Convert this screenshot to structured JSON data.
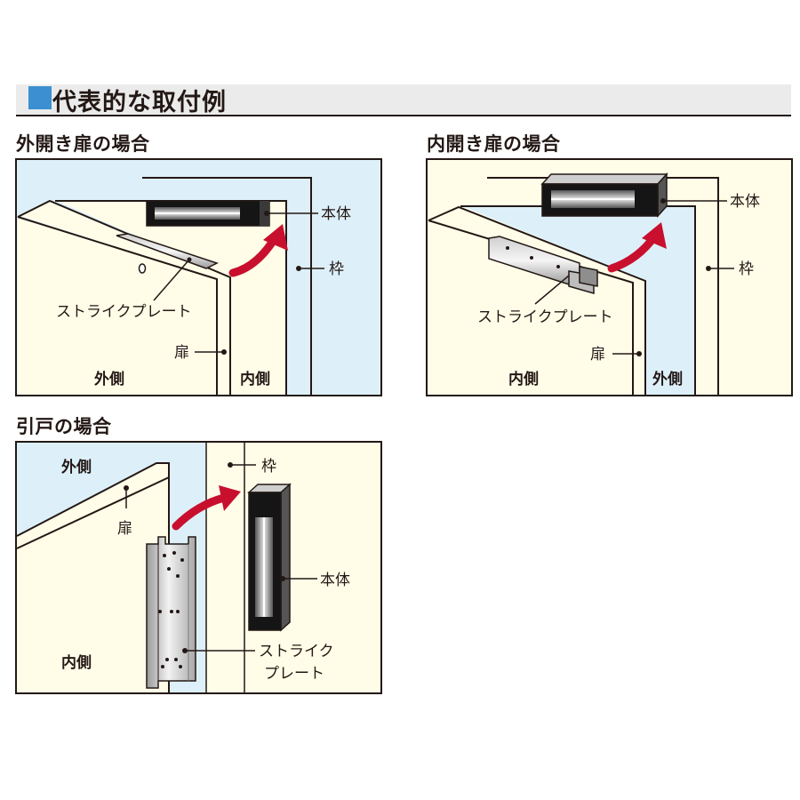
{
  "header": {
    "title": "代表的な取付例"
  },
  "sections": {
    "outward": {
      "title": "外開き扉の場合",
      "labels": {
        "body": "本体",
        "frame": "枠",
        "strike": "ストライクプレート",
        "door": "扉",
        "outside": "外側",
        "inside": "内側"
      }
    },
    "inward": {
      "title": "内開き扉の場合",
      "labels": {
        "body": "本体",
        "frame": "枠",
        "strike": "ストライクプレート",
        "door": "扉",
        "inside": "内側",
        "outside": "外側"
      }
    },
    "sliding": {
      "title": "引戸の場合",
      "labels": {
        "outside": "外側",
        "door": "扉",
        "frame": "枠",
        "body": "本体",
        "strike_line1": "ストライク",
        "strike_line2": "プレート",
        "inside": "内側"
      }
    }
  },
  "colors": {
    "accent": "#3c8fd0",
    "outside_fill": "#ddf0f9",
    "inside_fill": "#fffde8",
    "arrow": "#c8102e",
    "line": "#231815"
  }
}
